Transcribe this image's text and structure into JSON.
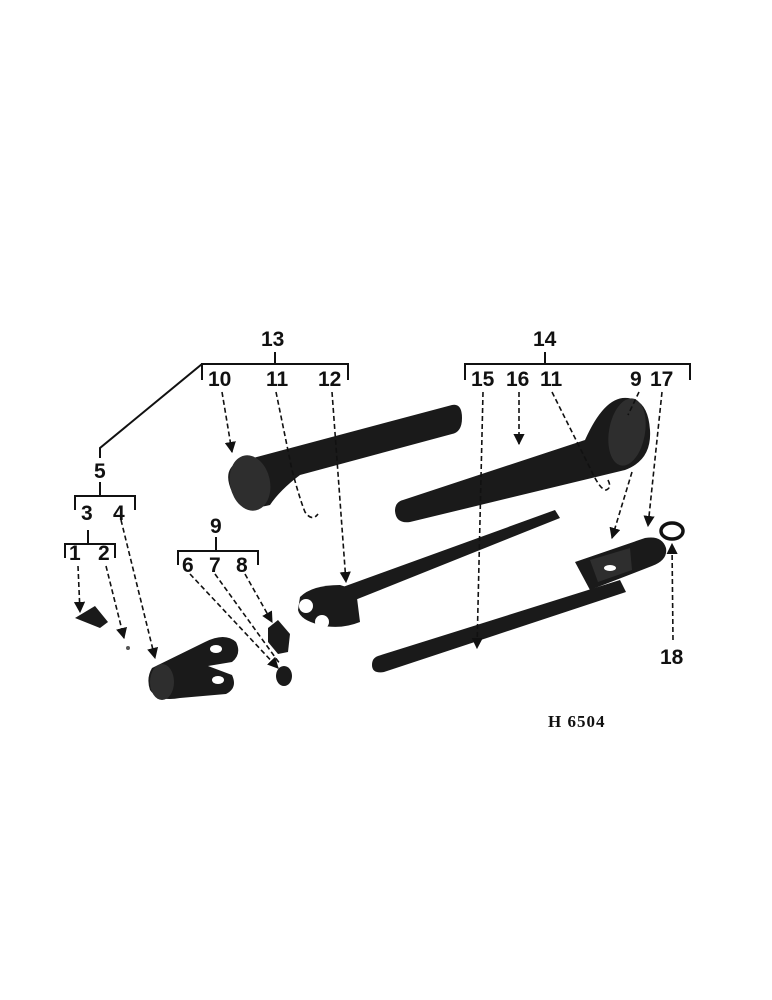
{
  "figure": {
    "code": "H 6504"
  },
  "callouts": {
    "c1": "1",
    "c2": "2",
    "c3": "3",
    "c4": "4",
    "c5": "5",
    "c6": "6",
    "c7": "7",
    "c8": "8",
    "c9_group": "9",
    "c9_part": "9",
    "c10": "10",
    "c11_a": "11",
    "c11_b": "11",
    "c12": "12",
    "c13": "13",
    "c14": "14",
    "c15": "15",
    "c16": "16",
    "c17": "17",
    "c18": "18"
  }
}
